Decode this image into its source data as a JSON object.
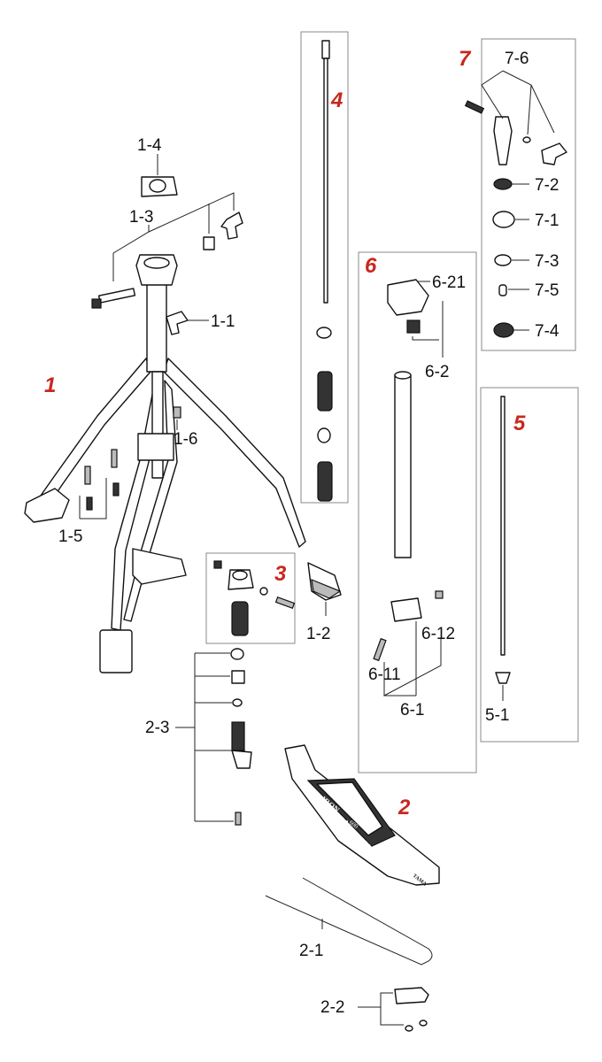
{
  "sections": {
    "s1": "1",
    "s2": "2",
    "s3": "3",
    "s4": "4",
    "s5": "5",
    "s6": "6",
    "s7": "7"
  },
  "parts": {
    "p1_1": "1-1",
    "p1_2": "1-2",
    "p1_3": "1-3",
    "p1_4": "1-4",
    "p1_5": "1-5",
    "p1_6": "1-6",
    "p2_1": "2-1",
    "p2_2": "2-2",
    "p2_3": "2-3",
    "p5_1": "5-1",
    "p6_1": "6-1",
    "p6_2": "6-2",
    "p6_11": "6-11",
    "p6_12": "6-12",
    "p6_21": "6-21",
    "p7_1": "7-1",
    "p7_2": "7-2",
    "p7_3": "7-3",
    "p7_4": "7-4",
    "p7_5": "7-5",
    "p7_6": "7-6"
  },
  "pedal_text": {
    "logo_line1": "IRON",
    "logo_line2": "COBRA",
    "tagline": "The Legend in Evolution",
    "model": "600",
    "brand": "TAMA"
  },
  "colors": {
    "accent": "#c8281e"
  }
}
